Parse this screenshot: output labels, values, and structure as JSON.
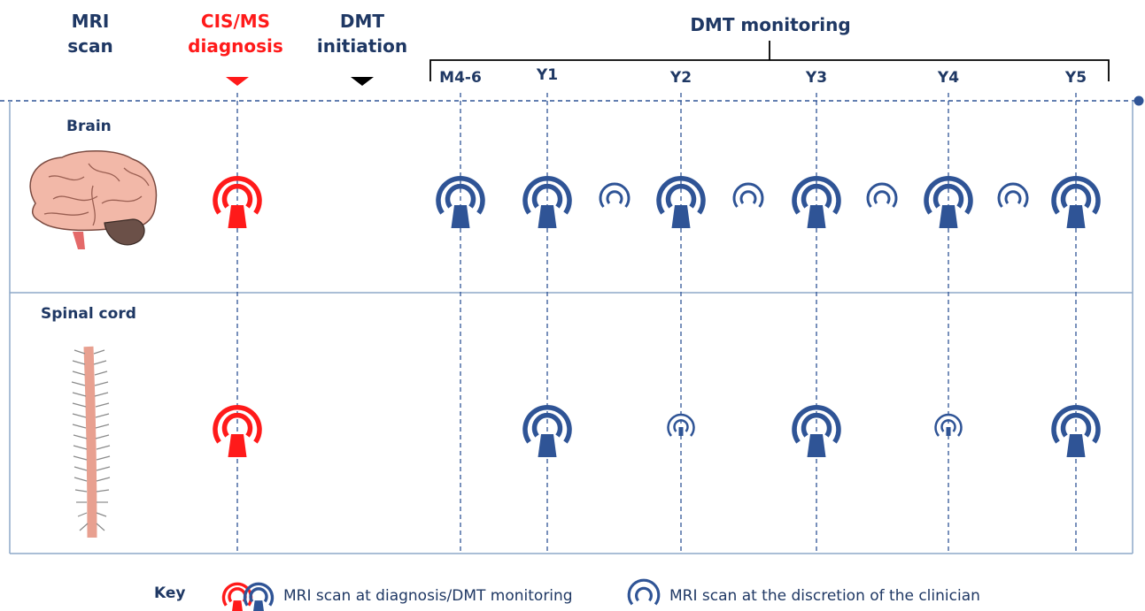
{
  "headers": {
    "mri_scan": "MRI\nscan",
    "diagnosis": "CIS/MS\ndiagnosis",
    "dmt_initiation": "DMT\ninitiation",
    "dmt_monitoring": "DMT monitoring"
  },
  "timepoints": [
    "M4-6",
    "Y1",
    "Y2",
    "Y3",
    "Y4",
    "Y5"
  ],
  "rows": {
    "brain": "Brain",
    "spinal_cord": "Spinal cord"
  },
  "key": {
    "title": "Key",
    "scheduled": "MRI scan at diagnosis/DMT monitoring",
    "discretionary": "MRI scan at the discretion of the clinician"
  },
  "colors": {
    "diagnosis": "#ff1a1a",
    "monitoring": "#2f5496",
    "text": "#1f3864"
  },
  "schedule": {
    "brain_scheduled": [
      "M4-6",
      "Y1",
      "Y2",
      "Y3",
      "Y4",
      "Y5"
    ],
    "brain_discretionary_between": [
      "Y1-Y2",
      "Y2-Y3",
      "Y3-Y4",
      "Y4-Y5"
    ],
    "spinal_scheduled": [
      "Y1",
      "Y3",
      "Y5"
    ],
    "spinal_discretionary": [
      "Y2",
      "Y4"
    ]
  }
}
